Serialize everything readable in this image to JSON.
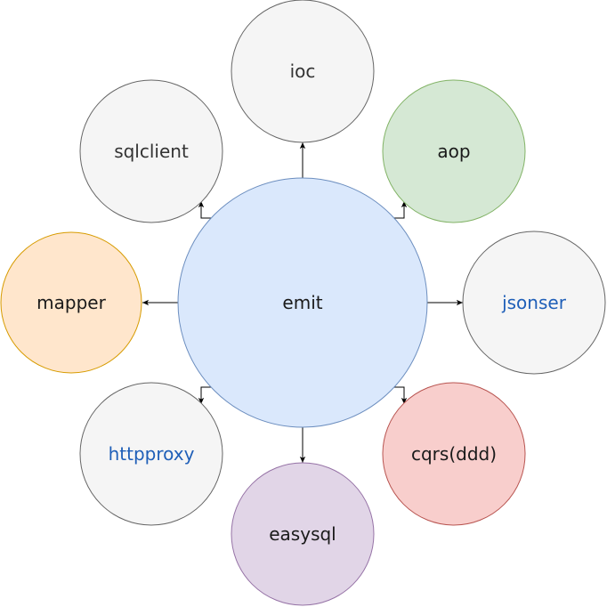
{
  "center": {
    "label": "emit",
    "fill": "#dae8fc",
    "stroke": "#6c8ebf",
    "text_color": "#1a1a1a"
  },
  "nodes": [
    {
      "key": "ioc",
      "label": "ioc",
      "fill": "#f5f5f5",
      "stroke": "#666666",
      "text_color": "#333333"
    },
    {
      "key": "aop",
      "label": "aop",
      "fill": "#d5e8d4",
      "stroke": "#82b366",
      "text_color": "#1a1a1a"
    },
    {
      "key": "jsonser",
      "label": "jsonser",
      "fill": "#f5f5f5",
      "stroke": "#666666",
      "text_color": "#1f5fb8"
    },
    {
      "key": "cqrs",
      "label": "cqrs(ddd)",
      "fill": "#f8cecc",
      "stroke": "#b85450",
      "text_color": "#1a1a1a"
    },
    {
      "key": "easysql",
      "label": "easysql",
      "fill": "#e1d5e7",
      "stroke": "#9673a6",
      "text_color": "#1a1a1a"
    },
    {
      "key": "httpproxy",
      "label": "httpproxy",
      "fill": "#f5f5f5",
      "stroke": "#666666",
      "text_color": "#1f5fb8"
    },
    {
      "key": "mapper",
      "label": "mapper",
      "fill": "#ffe6cc",
      "stroke": "#d79b00",
      "text_color": "#1a1a1a"
    },
    {
      "key": "sqlclient",
      "label": "sqlclient",
      "fill": "#f5f5f5",
      "stroke": "#666666",
      "text_color": "#333333"
    }
  ]
}
